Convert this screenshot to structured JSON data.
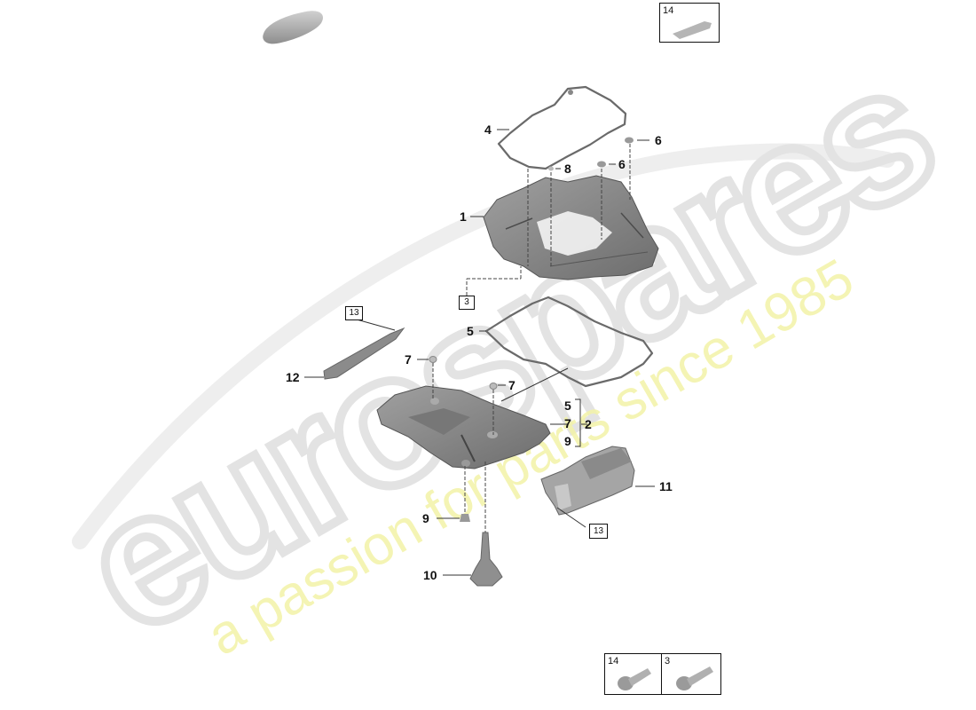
{
  "diagram": {
    "title_icon": "car-silhouette-icon",
    "watermark": {
      "brand": "eurospares",
      "tagline": "a passion for parts since 1985",
      "brand_color": "#e6e6e6",
      "tagline_color": "#f3f3a0"
    },
    "colors": {
      "part_gray": "#8a8a8a",
      "part_dark": "#6e6e6e",
      "line": "#333333",
      "text": "#111111"
    },
    "callouts": [
      {
        "id": "c1",
        "label": "1",
        "part": "upper oil pan"
      },
      {
        "id": "c2",
        "label": "2",
        "part": "lower oil pan"
      },
      {
        "id": "c4",
        "label": "4",
        "part": "upper gasket"
      },
      {
        "id": "c5",
        "label": "5",
        "part": "lower gasket"
      },
      {
        "id": "c6a",
        "label": "6",
        "part": "plug"
      },
      {
        "id": "c6b",
        "label": "6",
        "part": "plug"
      },
      {
        "id": "c7a",
        "label": "7",
        "part": "seal"
      },
      {
        "id": "c7b",
        "label": "7",
        "part": "seal"
      },
      {
        "id": "c8",
        "label": "8",
        "part": "plug"
      },
      {
        "id": "c9",
        "label": "9",
        "part": "drain plug"
      },
      {
        "id": "c10",
        "label": "10",
        "part": "oil level sensor"
      },
      {
        "id": "c11",
        "label": "11",
        "part": "shield"
      },
      {
        "id": "c12",
        "label": "12",
        "part": "strip"
      }
    ],
    "bracket_group": {
      "items": [
        "5",
        "7",
        "9"
      ],
      "parent": "2"
    },
    "ref_boxes": [
      {
        "id": "r3",
        "label": "3"
      },
      {
        "id": "r13a",
        "label": "13"
      },
      {
        "id": "r13b",
        "label": "13"
      }
    ],
    "kit_boxes": [
      {
        "id": "k14top",
        "label": "14",
        "icon": "sealant-tube-icon"
      },
      {
        "id": "k14bot",
        "label": "14",
        "icon": "bolt-icon"
      },
      {
        "id": "k3bot",
        "label": "3",
        "icon": "bolt-icon"
      }
    ]
  }
}
